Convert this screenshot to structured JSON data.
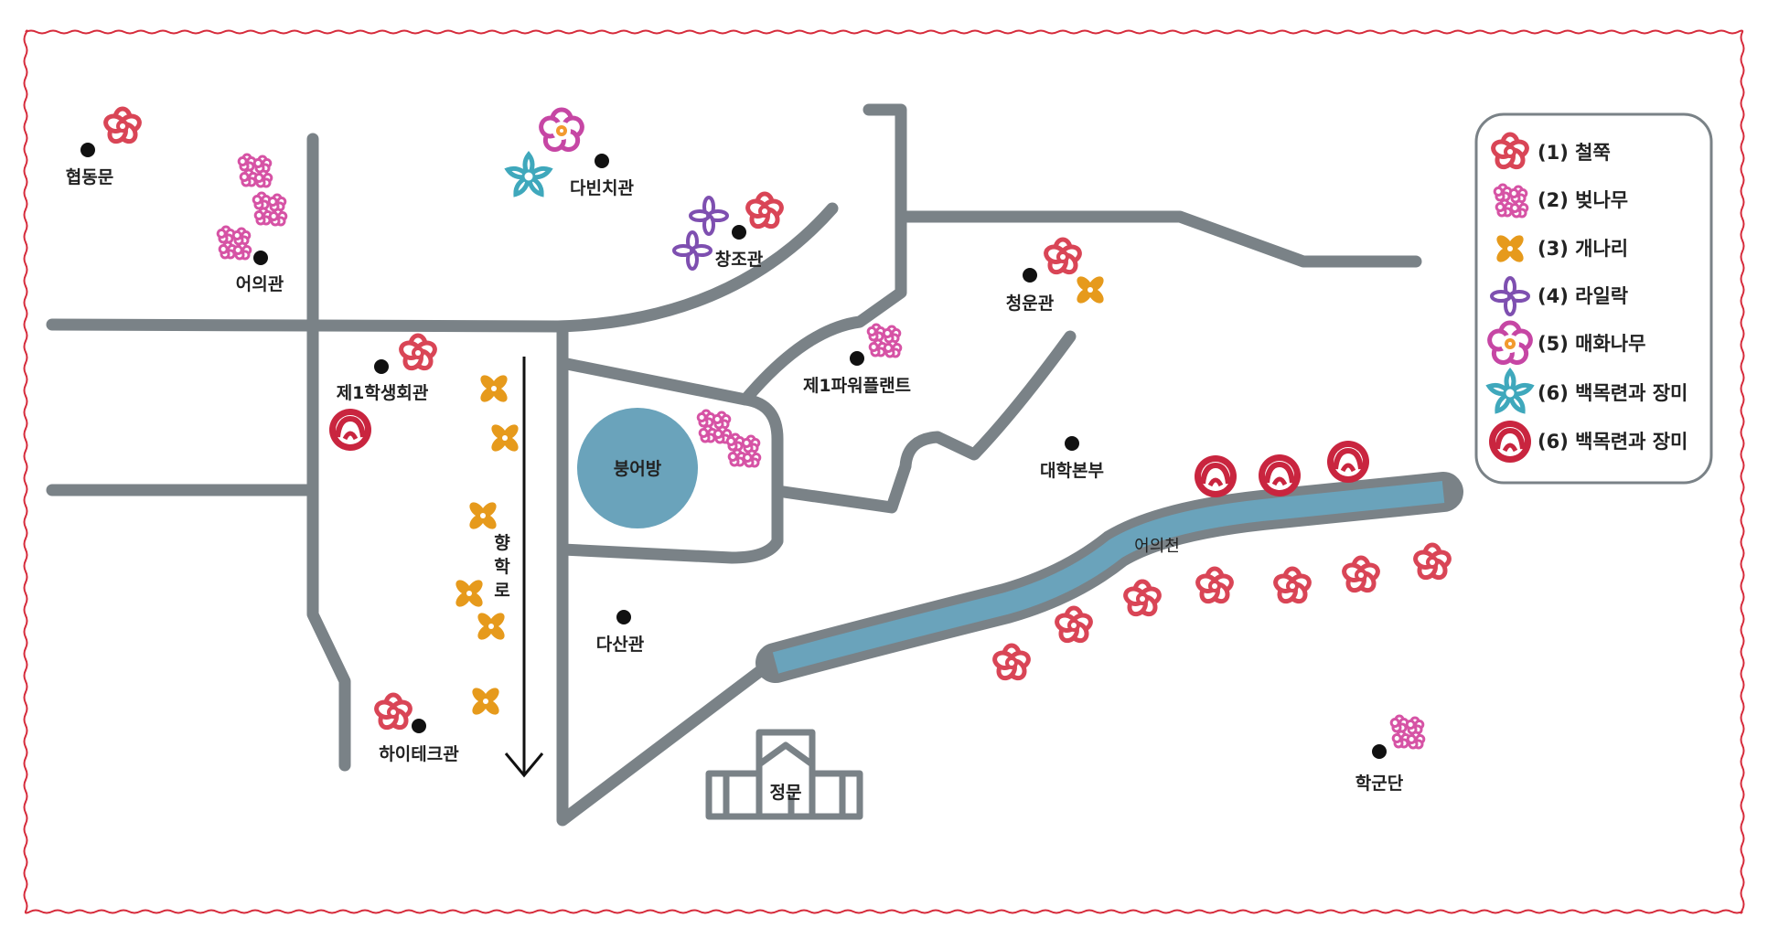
{
  "places": {
    "hyeopdongmun": "협동문",
    "eouigwan": "어의관",
    "dabinchigwan": "다빈치관",
    "changjogwan": "창조관",
    "cheongungwan": "청운관",
    "student_hall": "제1학생회관",
    "power_plant": "제1파워플랜트",
    "boong_pond": "붕어방",
    "univ_hq": "대학본부",
    "dasangwan": "다산관",
    "hightech": "하이테크관",
    "main_gate": "정문",
    "rotc": "학군단"
  },
  "roads": {
    "hyanghak_ro": [
      "향",
      "학",
      "로"
    ],
    "stream": "어의천"
  },
  "legend": {
    "items": [
      {
        "label": "(1) 철쭉",
        "icon": "azalea-icon"
      },
      {
        "label": "(2) 벚나무",
        "icon": "cherry-blossom-icon"
      },
      {
        "label": "(3) 개나리",
        "icon": "forsythia-icon"
      },
      {
        "label": "(4) 라일락",
        "icon": "lilac-icon"
      },
      {
        "label": "(5) 매화나무",
        "icon": "plum-blossom-icon"
      },
      {
        "label": "(6) 백목련과 장미",
        "icon": "magnolia-icon"
      },
      {
        "label": "(6) 백목련과 장미",
        "icon": "rose-icon"
      }
    ]
  },
  "colors": {
    "border": "#d62b3b",
    "road": "#7a8287",
    "water": "#6aa3bb",
    "azalea": "#d94556",
    "cherry": "#d653a5",
    "forsythia": "#e69a1c",
    "lilac": "#7e4fb0",
    "plum": "#c646a4",
    "magnolia": "#3fa8bc",
    "rose": "#c9253f",
    "dot": "#111111"
  }
}
